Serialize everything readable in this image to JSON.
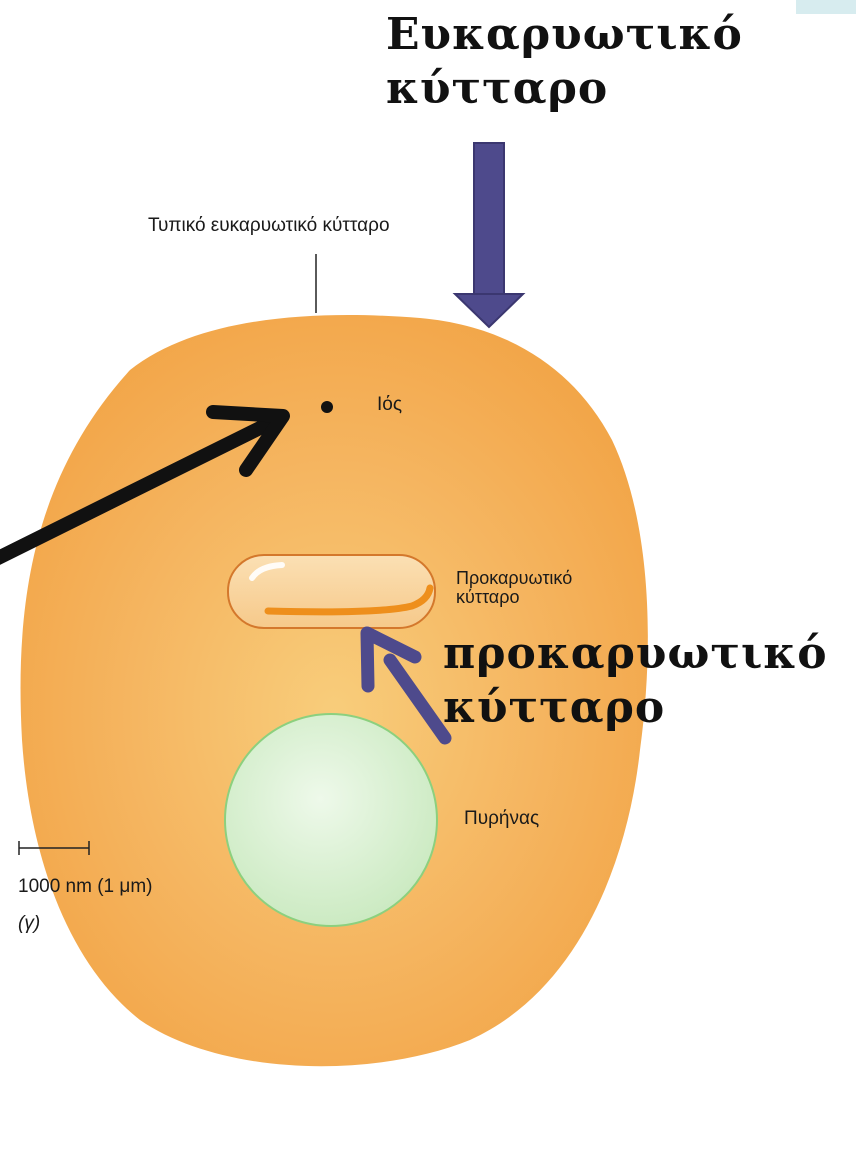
{
  "annotations": {
    "eukaryotic_title_line1": "Ευκαρυωτικό",
    "eukaryotic_title_line2": "κύτταρο",
    "prokaryotic_title_line1": "προκαρυωτικό",
    "prokaryotic_title_line2": "κύτταρο"
  },
  "figure": {
    "typical_cell_label": "Τυπικό ευκαρυωτικό κύτταρο",
    "virus_label": "Ιός",
    "prokaryote_label_line1": "Προκαρυωτικό",
    "prokaryote_label_line2": "κύτταρο",
    "nucleus_label": "Πυρήνας",
    "scale_bar_label": "1000 nm (1 μm)",
    "panel_label": "(γ)"
  },
  "colors": {
    "cell_fill": "#f3a84c",
    "cell_center": "#f8cd7b",
    "nucleus_fill": "#d9f0d2",
    "nucleus_stroke": "#8cd07e",
    "annotation_arrow": "#4e4a8c",
    "pointer_arrow": "#111111"
  }
}
